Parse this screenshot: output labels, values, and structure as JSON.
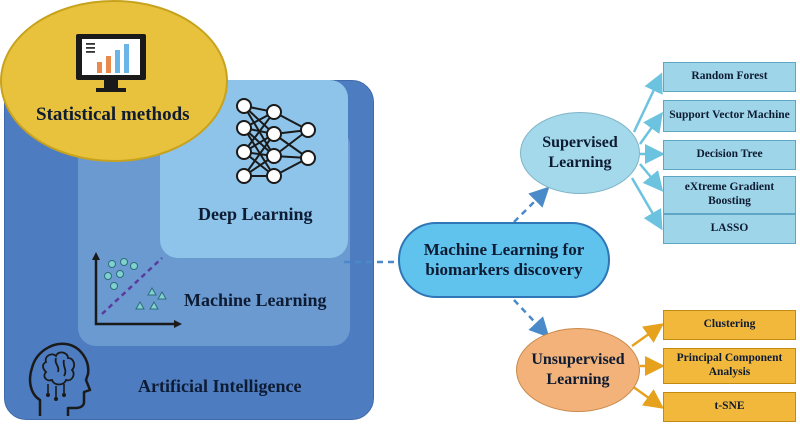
{
  "diagram": {
    "statistical_methods": "Statistical methods",
    "deep_learning": "Deep Learning",
    "machine_learning": "Machine Learning",
    "artificial_intelligence": "Artificial Intelligence",
    "center": {
      "line1": "Machine Learning for",
      "line2": "biomarkers discovery"
    },
    "supervised": {
      "line1": "Supervised",
      "line2": "Learning"
    },
    "unsupervised": {
      "line1": "Unsupervised",
      "line2": "Learning"
    },
    "supervised_methods": [
      "Random Forest",
      "Support Vector Machine",
      "Decision Tree",
      "eXtreme Gradient Boosting",
      "LASSO"
    ],
    "unsupervised_methods": [
      "Clustering",
      "Principal Component Analysis",
      "t-SNE"
    ]
  },
  "colors": {
    "ai": "#4e7cc0",
    "ml": "#6b9ad1",
    "dl": "#8ec4ea",
    "stat": "#e8c23d",
    "center": "#5fc3ee",
    "supervised": "#a3d9ea",
    "unsupervised": "#f2b27a",
    "supervised_leaf": "#9fd5e8",
    "unsupervised_leaf": "#f2b83b"
  },
  "icons": [
    "monitor-chart-icon",
    "neural-network-icon",
    "scatter-plot-icon",
    "brain-head-icon"
  ]
}
